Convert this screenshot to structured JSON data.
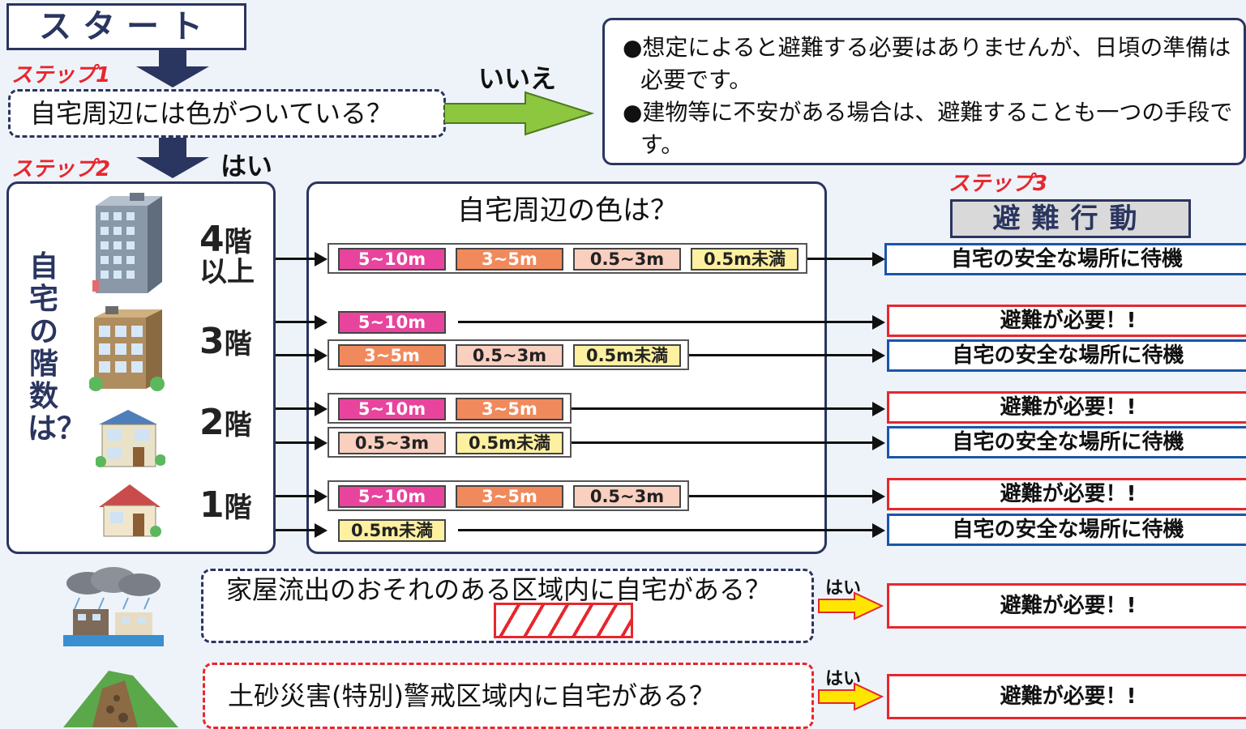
{
  "start": "スタート",
  "step1_label": "ステップ1",
  "step2_label": "ステップ2",
  "step3_label": "ステップ3",
  "question1": "自宅周辺には色がついている？",
  "answer_no": "いいえ",
  "answer_yes": "はい",
  "info_bullets": [
    "●想定によると避難する必要はありませんが、日頃の準備は必要です。",
    "●建物等に不安がある場合は、避難することも一つの手段です。"
  ],
  "floor_question": "自宅の階数は？",
  "floors": [
    {
      "num": "4",
      "unit": "階",
      "extra": "以上"
    },
    {
      "num": "3",
      "unit": "階"
    },
    {
      "num": "2",
      "unit": "階"
    },
    {
      "num": "1",
      "unit": "階"
    }
  ],
  "color_question": "自宅周辺の色は？",
  "depths": {
    "d5_10": "5~10m",
    "d3_5": "3~5m",
    "d05_3": "0.5~3m",
    "d05": "0.5m未満"
  },
  "action_title": "避難行動",
  "results": {
    "stay": "自宅の安全な場所に待機",
    "evacuate": "避難が必要！!"
  },
  "bottom_questions": {
    "house_flow": "家屋流出のおそれのある区域内に自宅がある？",
    "landslide": "土砂災害(特別)警戒区域内に自宅がある？"
  },
  "colors": {
    "navy": "#2a3560",
    "red": "#e8262d",
    "blue": "#1a56a8",
    "magenta": "#e8449d",
    "orange": "#f08a5d",
    "pink": "#f9cfc0",
    "yellow": "#fdf0a0",
    "green_arrow": "#8dc63f",
    "yellow_arrow": "#ffe600"
  }
}
